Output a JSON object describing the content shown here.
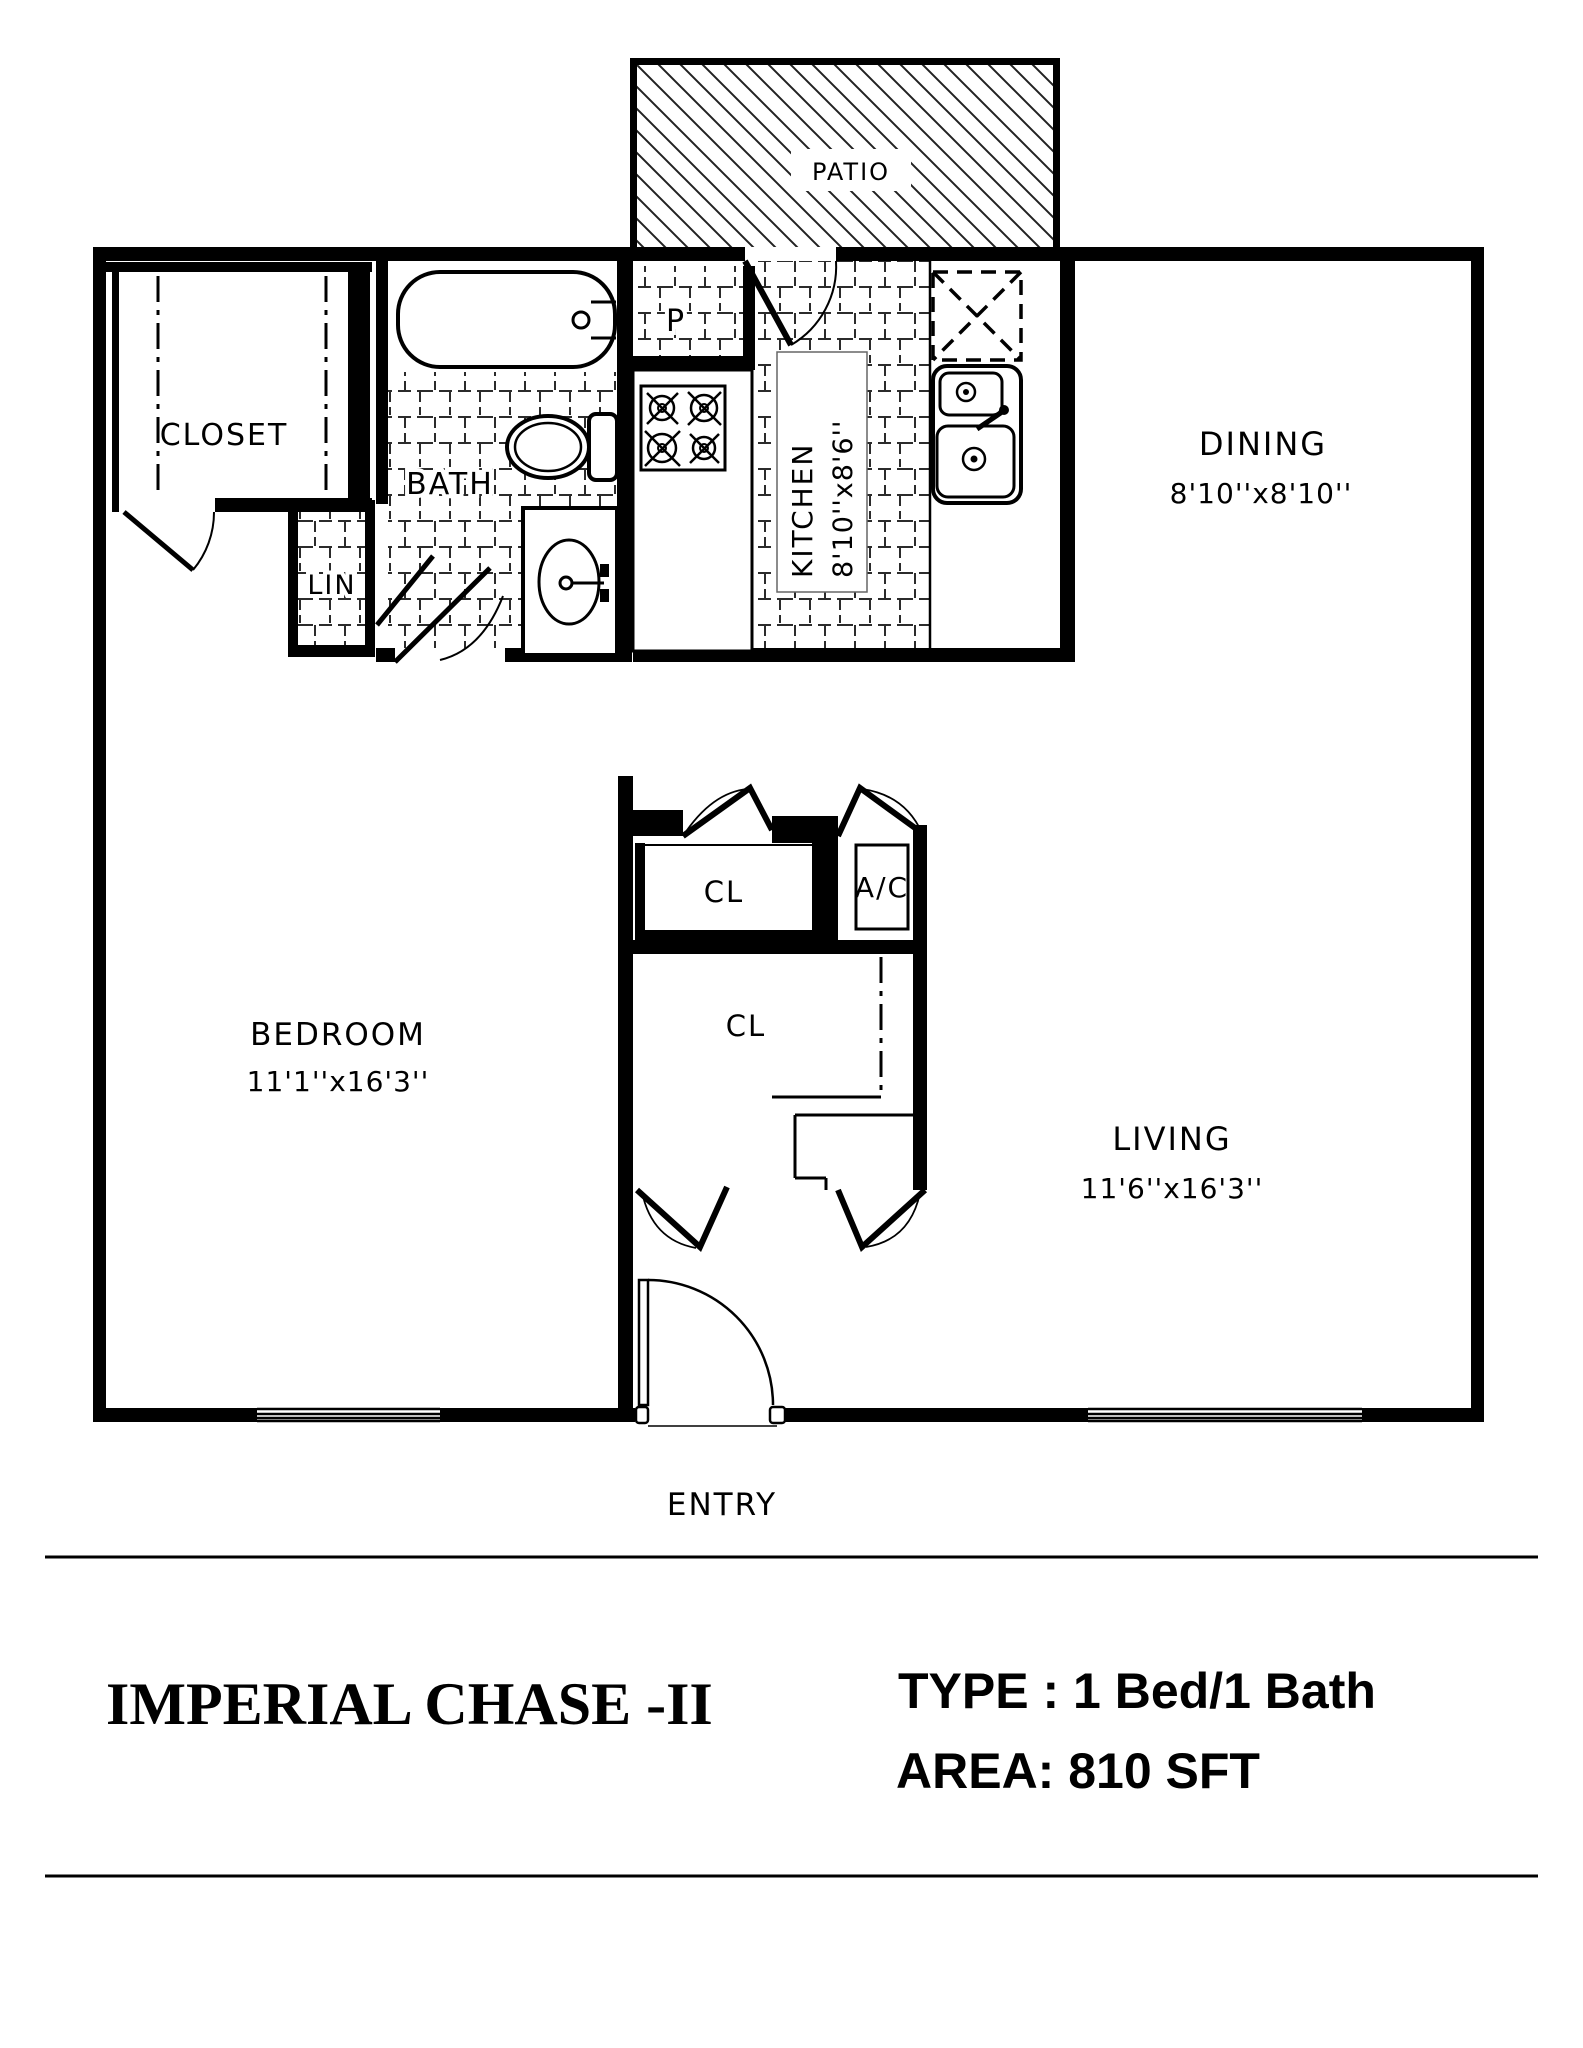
{
  "plan": {
    "patio": {
      "label": "PATIO"
    },
    "closet": {
      "label": "CLOSET"
    },
    "bath": {
      "label": "BATH"
    },
    "lin": {
      "label": "LIN"
    },
    "pantry": {
      "label": "P"
    },
    "kitchen": {
      "label": "KITCHEN",
      "dims": "8'10''x8'6''"
    },
    "dining": {
      "label": "DINING",
      "dims": "8'10''x8'10''"
    },
    "bedroom": {
      "label": "BEDROOM",
      "dims": "11'1''x16'3''"
    },
    "living": {
      "label": "LIVING",
      "dims": "11'6''x16'3''"
    },
    "closet_top": {
      "label": "CL"
    },
    "closet_bottom": {
      "label": "CL"
    },
    "ac": {
      "label": "A/C"
    },
    "entry": {
      "label": "ENTRY"
    }
  },
  "footer": {
    "title": "IMPERIAL CHASE -II",
    "type_line": "TYPE : 1 Bed/1 Bath",
    "area_line": "AREA: 810 SFT"
  },
  "colors": {
    "ink": "#000000",
    "paper": "#ffffff"
  }
}
